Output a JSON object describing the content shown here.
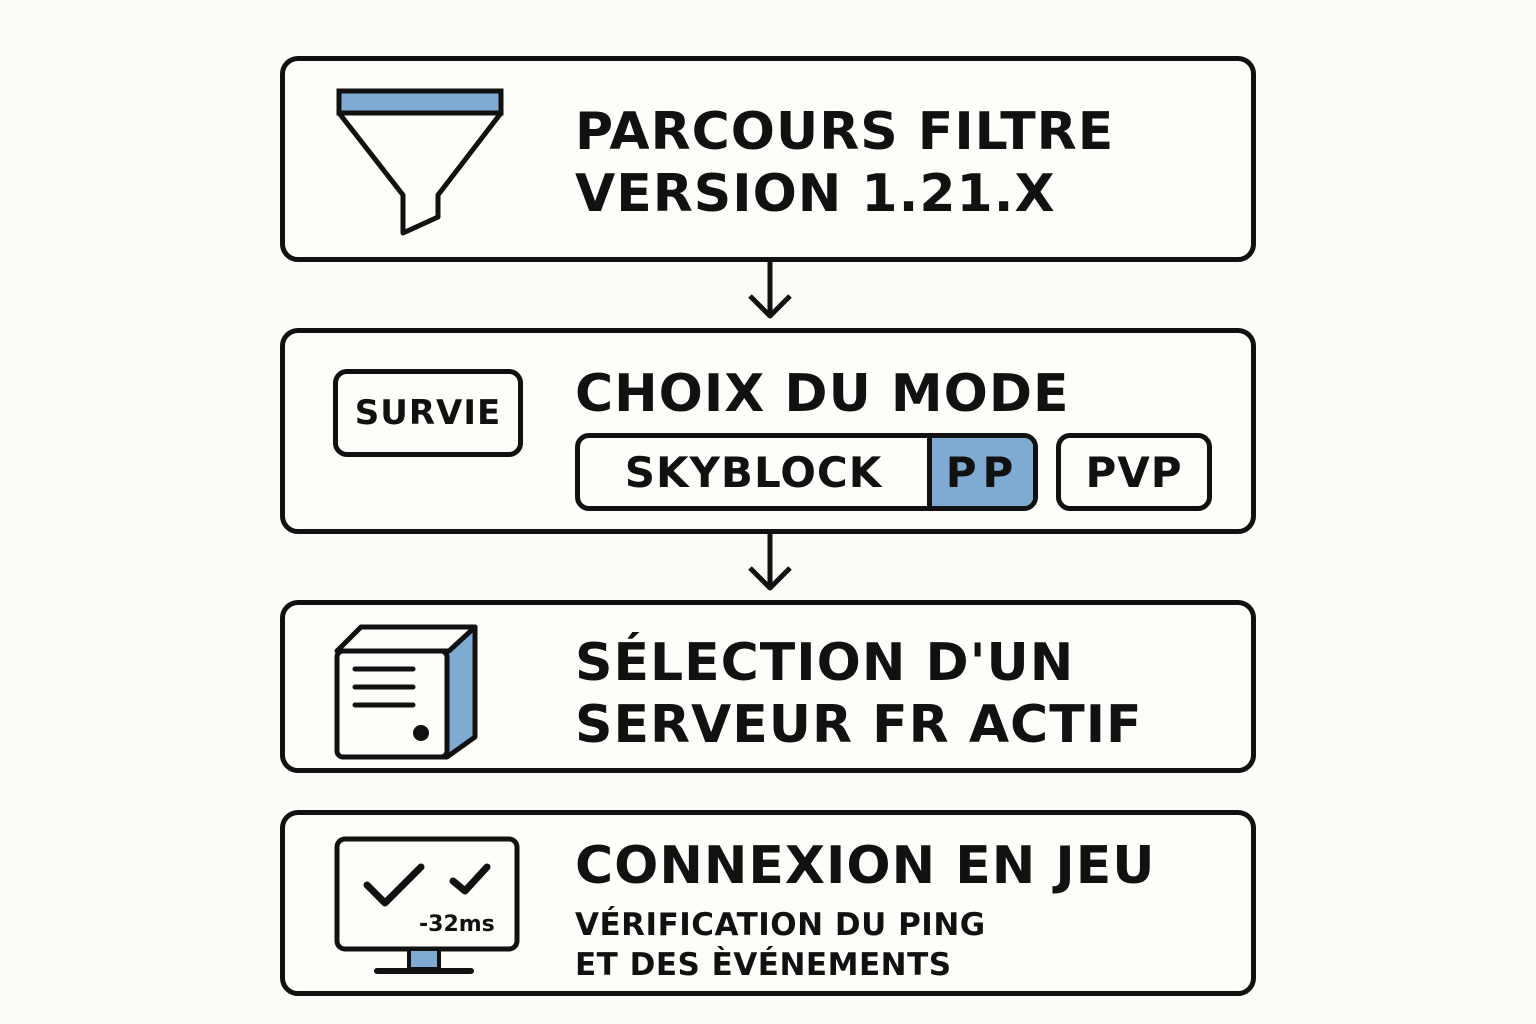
{
  "colors": {
    "stroke": "#111111",
    "accent": "#7fabd3",
    "background": "#fbfbf7"
  },
  "steps": [
    {
      "icon": "funnel-icon",
      "title_line1": "PARCOURS FILTRE",
      "title_line2": "VERSION 1.21.X"
    },
    {
      "title": "CHOIX DU MODE",
      "modes": {
        "survie": "SURVIE",
        "skyblock": "SKYBLOCK",
        "pp": "PP",
        "pvp": "PVP"
      }
    },
    {
      "icon": "server-icon",
      "title_line1": "SÉLECTION D'UN",
      "title_line2": "SERVEUR FR ACTIF"
    },
    {
      "icon": "monitor-check-icon",
      "title": "CONNEXION EN JEU",
      "subtitle_line1": "VÉRIFICATION DU PING",
      "subtitle_line2": "ET DES ÈVÉNEMENTS",
      "ping_label": "-32ms"
    }
  ]
}
